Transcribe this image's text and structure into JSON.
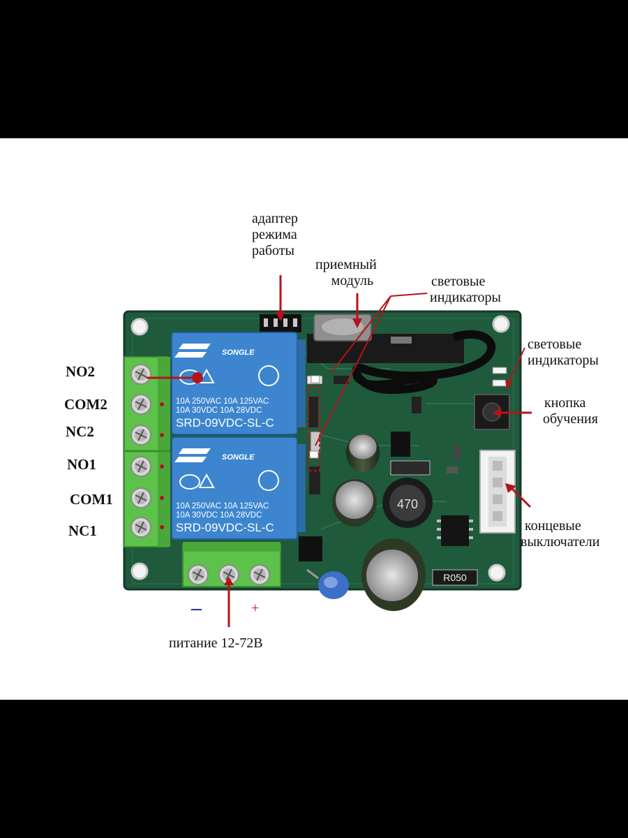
{
  "labels": {
    "adapter": [
      "адаптер",
      "режима",
      "работы"
    ],
    "receiver": [
      "приемный",
      "модуль"
    ],
    "led_top": [
      "световые",
      "индикаторы"
    ],
    "led_right": [
      "световые",
      "индикаторы"
    ],
    "learn_button": [
      "кнопка",
      "обучения"
    ],
    "limit_switches": [
      "концевые",
      "выключатели"
    ],
    "power": "питание 12-72В",
    "minus": "–",
    "plus": "+"
  },
  "terminals": [
    "NO2",
    "COM2",
    "NC2",
    "NO1",
    "COM1",
    "NC1"
  ],
  "relays": [
    {
      "brand": "SONGLE",
      "rating1": "10A 250VAC  10A 125VAC",
      "rating2": "10A  30VDC  10A  28VDC",
      "model": "SRD-09VDC-SL-C"
    },
    {
      "brand": "SONGLE",
      "rating1": "10A 250VAC  10A 125VAC",
      "rating2": "10A  30VDC  10A  28VDC",
      "model": "SRD-09VDC-SL-C"
    }
  ],
  "inductor_code": "470",
  "resistor_code": "R050",
  "colors": {
    "pcb": "#1f5a3c",
    "relay": "#3d86cf",
    "terminal": "#5cc24a",
    "arrow": "#b3141b",
    "minus": "#2e3aa8"
  }
}
